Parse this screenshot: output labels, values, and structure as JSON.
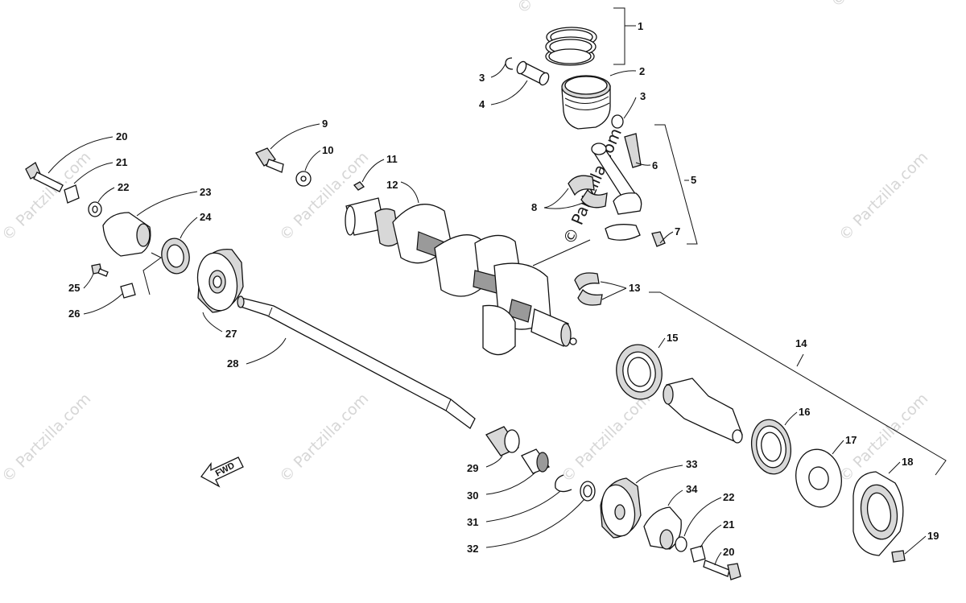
{
  "watermark": {
    "text": "© Partzilla.com",
    "center_text": "© Partzilla.com"
  },
  "direction_arrow": {
    "label": "FWD"
  },
  "callouts": {
    "c1": "1",
    "c2": "2",
    "c3a": "3",
    "c3b": "3",
    "c4": "4",
    "c5": "5",
    "c6": "6",
    "c7": "7",
    "c8": "8",
    "c9": "9",
    "c10": "10",
    "c11": "11",
    "c12": "12",
    "c13": "13",
    "c14": "14",
    "c15": "15",
    "c16": "16",
    "c17": "17",
    "c18": "18",
    "c19": "19",
    "c20a": "20",
    "c20b": "20",
    "c21a": "21",
    "c21b": "21",
    "c22a": "22",
    "c22b": "22",
    "c23": "23",
    "c24": "24",
    "c25": "25",
    "c26": "26",
    "c27": "27",
    "c28": "28",
    "c29": "29",
    "c30": "30",
    "c31": "31",
    "c32": "32",
    "c33": "33",
    "c34": "34"
  }
}
